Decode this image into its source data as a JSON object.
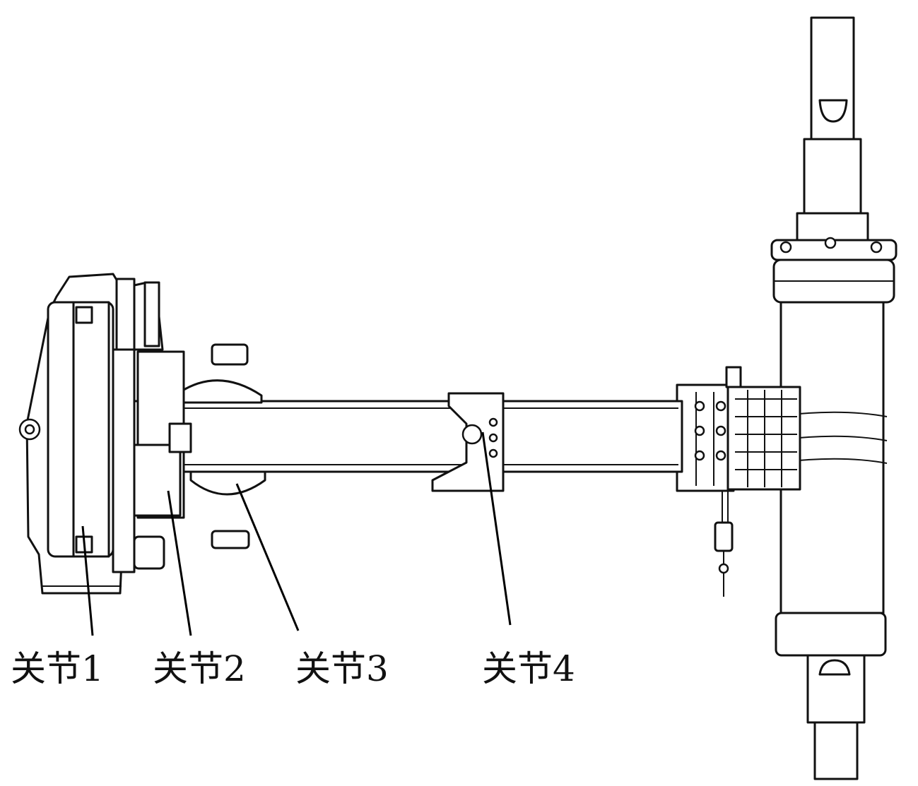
{
  "labels": {
    "joint1": "关节1",
    "joint2": "关节2",
    "joint3": "关节3",
    "joint4": "关节4"
  }
}
